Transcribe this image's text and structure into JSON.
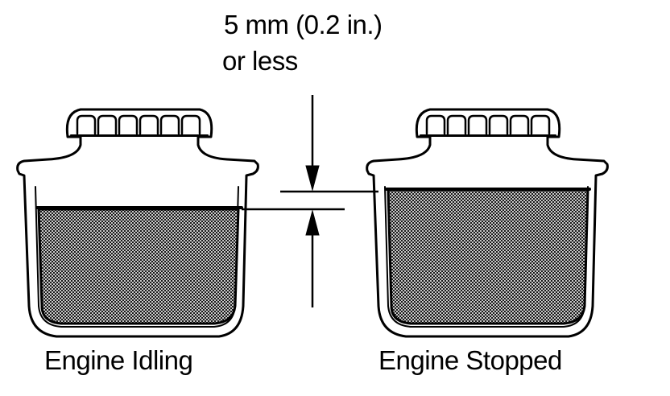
{
  "dimension": {
    "line1": "5 mm (0.2 in.)",
    "line2": "or less"
  },
  "reservoirs": [
    {
      "caption": "Engine Idling"
    },
    {
      "caption": "Engine Stopped"
    }
  ],
  "colors": {
    "ink": "#000000",
    "paper": "#ffffff",
    "fluid": "#8c8c8c"
  }
}
